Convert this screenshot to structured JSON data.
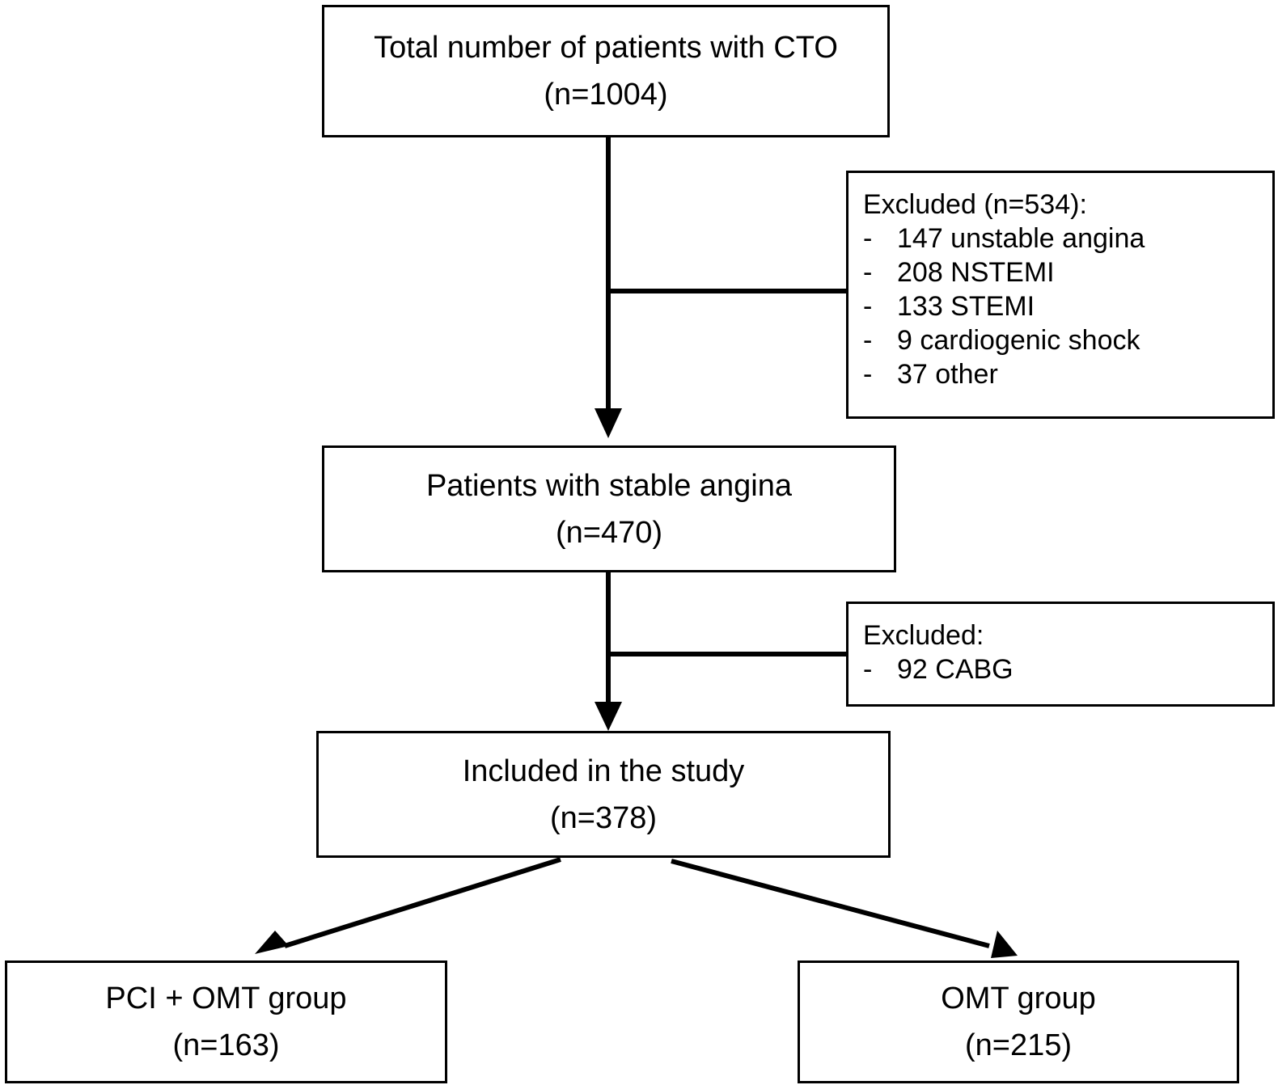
{
  "colors": {
    "line": "#000000",
    "background": "#ffffff"
  },
  "nodes": {
    "total": {
      "title": "Total number of patients with CTO",
      "count": "(n=1004)"
    },
    "stable": {
      "title": "Patients with stable angina",
      "count": "(n=470)"
    },
    "included": {
      "title": "Included in the study",
      "count": "(n=378)"
    },
    "pci_omt": {
      "title": "PCI + OMT group",
      "count": "(n=163)"
    },
    "omt": {
      "title": "OMT group",
      "count": "(n=215)"
    }
  },
  "exclusions": {
    "first": {
      "heading": "Excluded (n=534):",
      "items": [
        {
          "dash": "-",
          "text": "147 unstable angina"
        },
        {
          "dash": "-",
          "text": "208 NSTEMI"
        },
        {
          "dash": "-",
          "text": "133 STEMI"
        },
        {
          "dash": "-",
          "text": "9 cardiogenic shock"
        },
        {
          "dash": "-",
          "text": "37 other"
        }
      ]
    },
    "second": {
      "heading": "Excluded:",
      "items": [
        {
          "dash": "-",
          "text": "92 CABG"
        }
      ]
    }
  }
}
